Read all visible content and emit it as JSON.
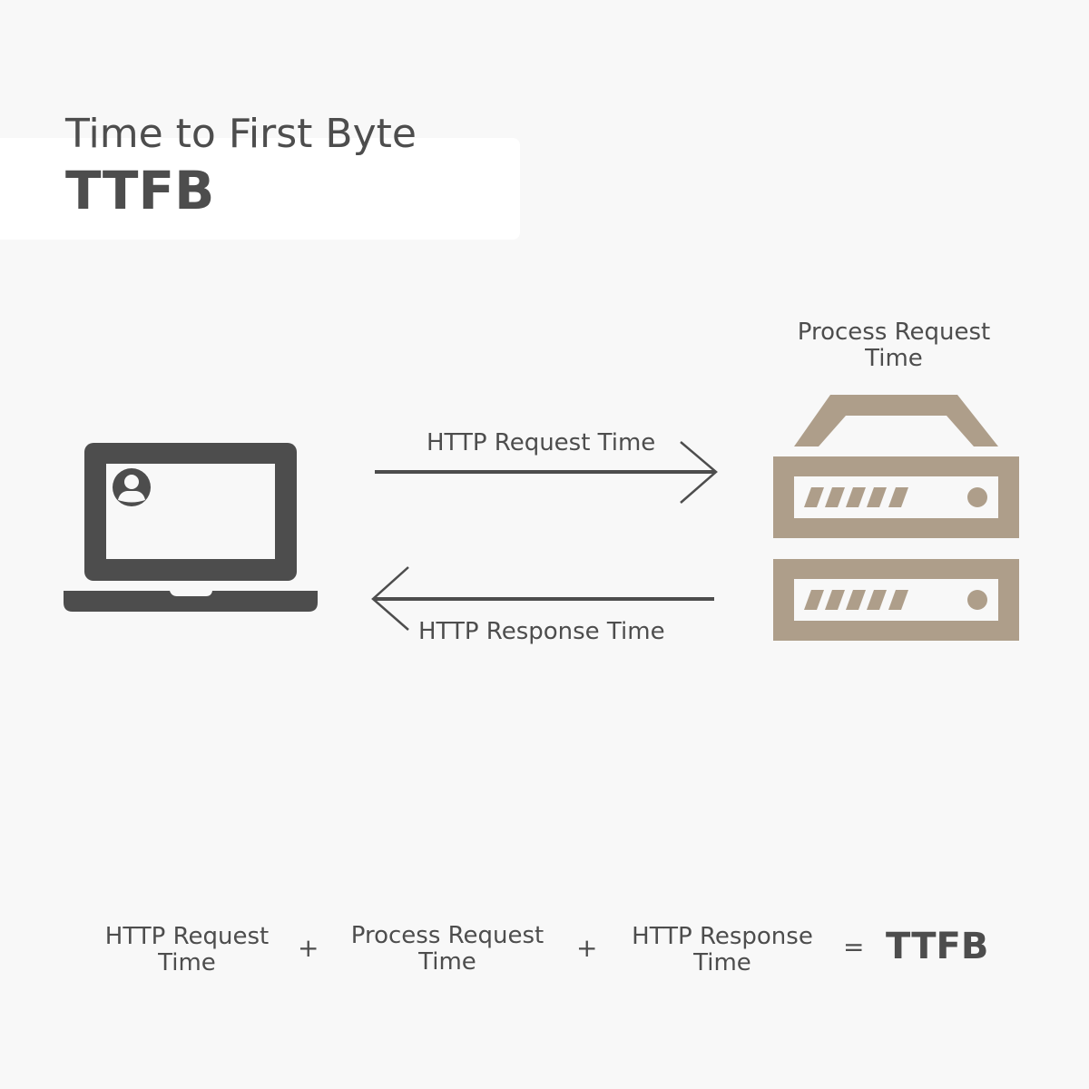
{
  "header": {
    "subtitle": "Time to First Byte",
    "title": "TTFB"
  },
  "diagram": {
    "client_icon": "laptop-user-icon",
    "server_icon": "server-stack-icon",
    "request_label": "HTTP Request Time",
    "response_label": "HTTP Response Time",
    "process_label_line1": "Process Request",
    "process_label_line2": "Time",
    "colors": {
      "dark": "#4d4d4d",
      "server": "#ae9e8a",
      "background": "#f8f8f8",
      "card": "#ffffff"
    }
  },
  "formula": {
    "terms": [
      {
        "line1": "HTTP Request",
        "line2": "Time"
      },
      {
        "line1": "Process Request",
        "line2": "Time"
      },
      {
        "line1": "HTTP Response",
        "line2": "Time"
      }
    ],
    "plus": "+",
    "equals": "=",
    "result": "TTFB"
  }
}
